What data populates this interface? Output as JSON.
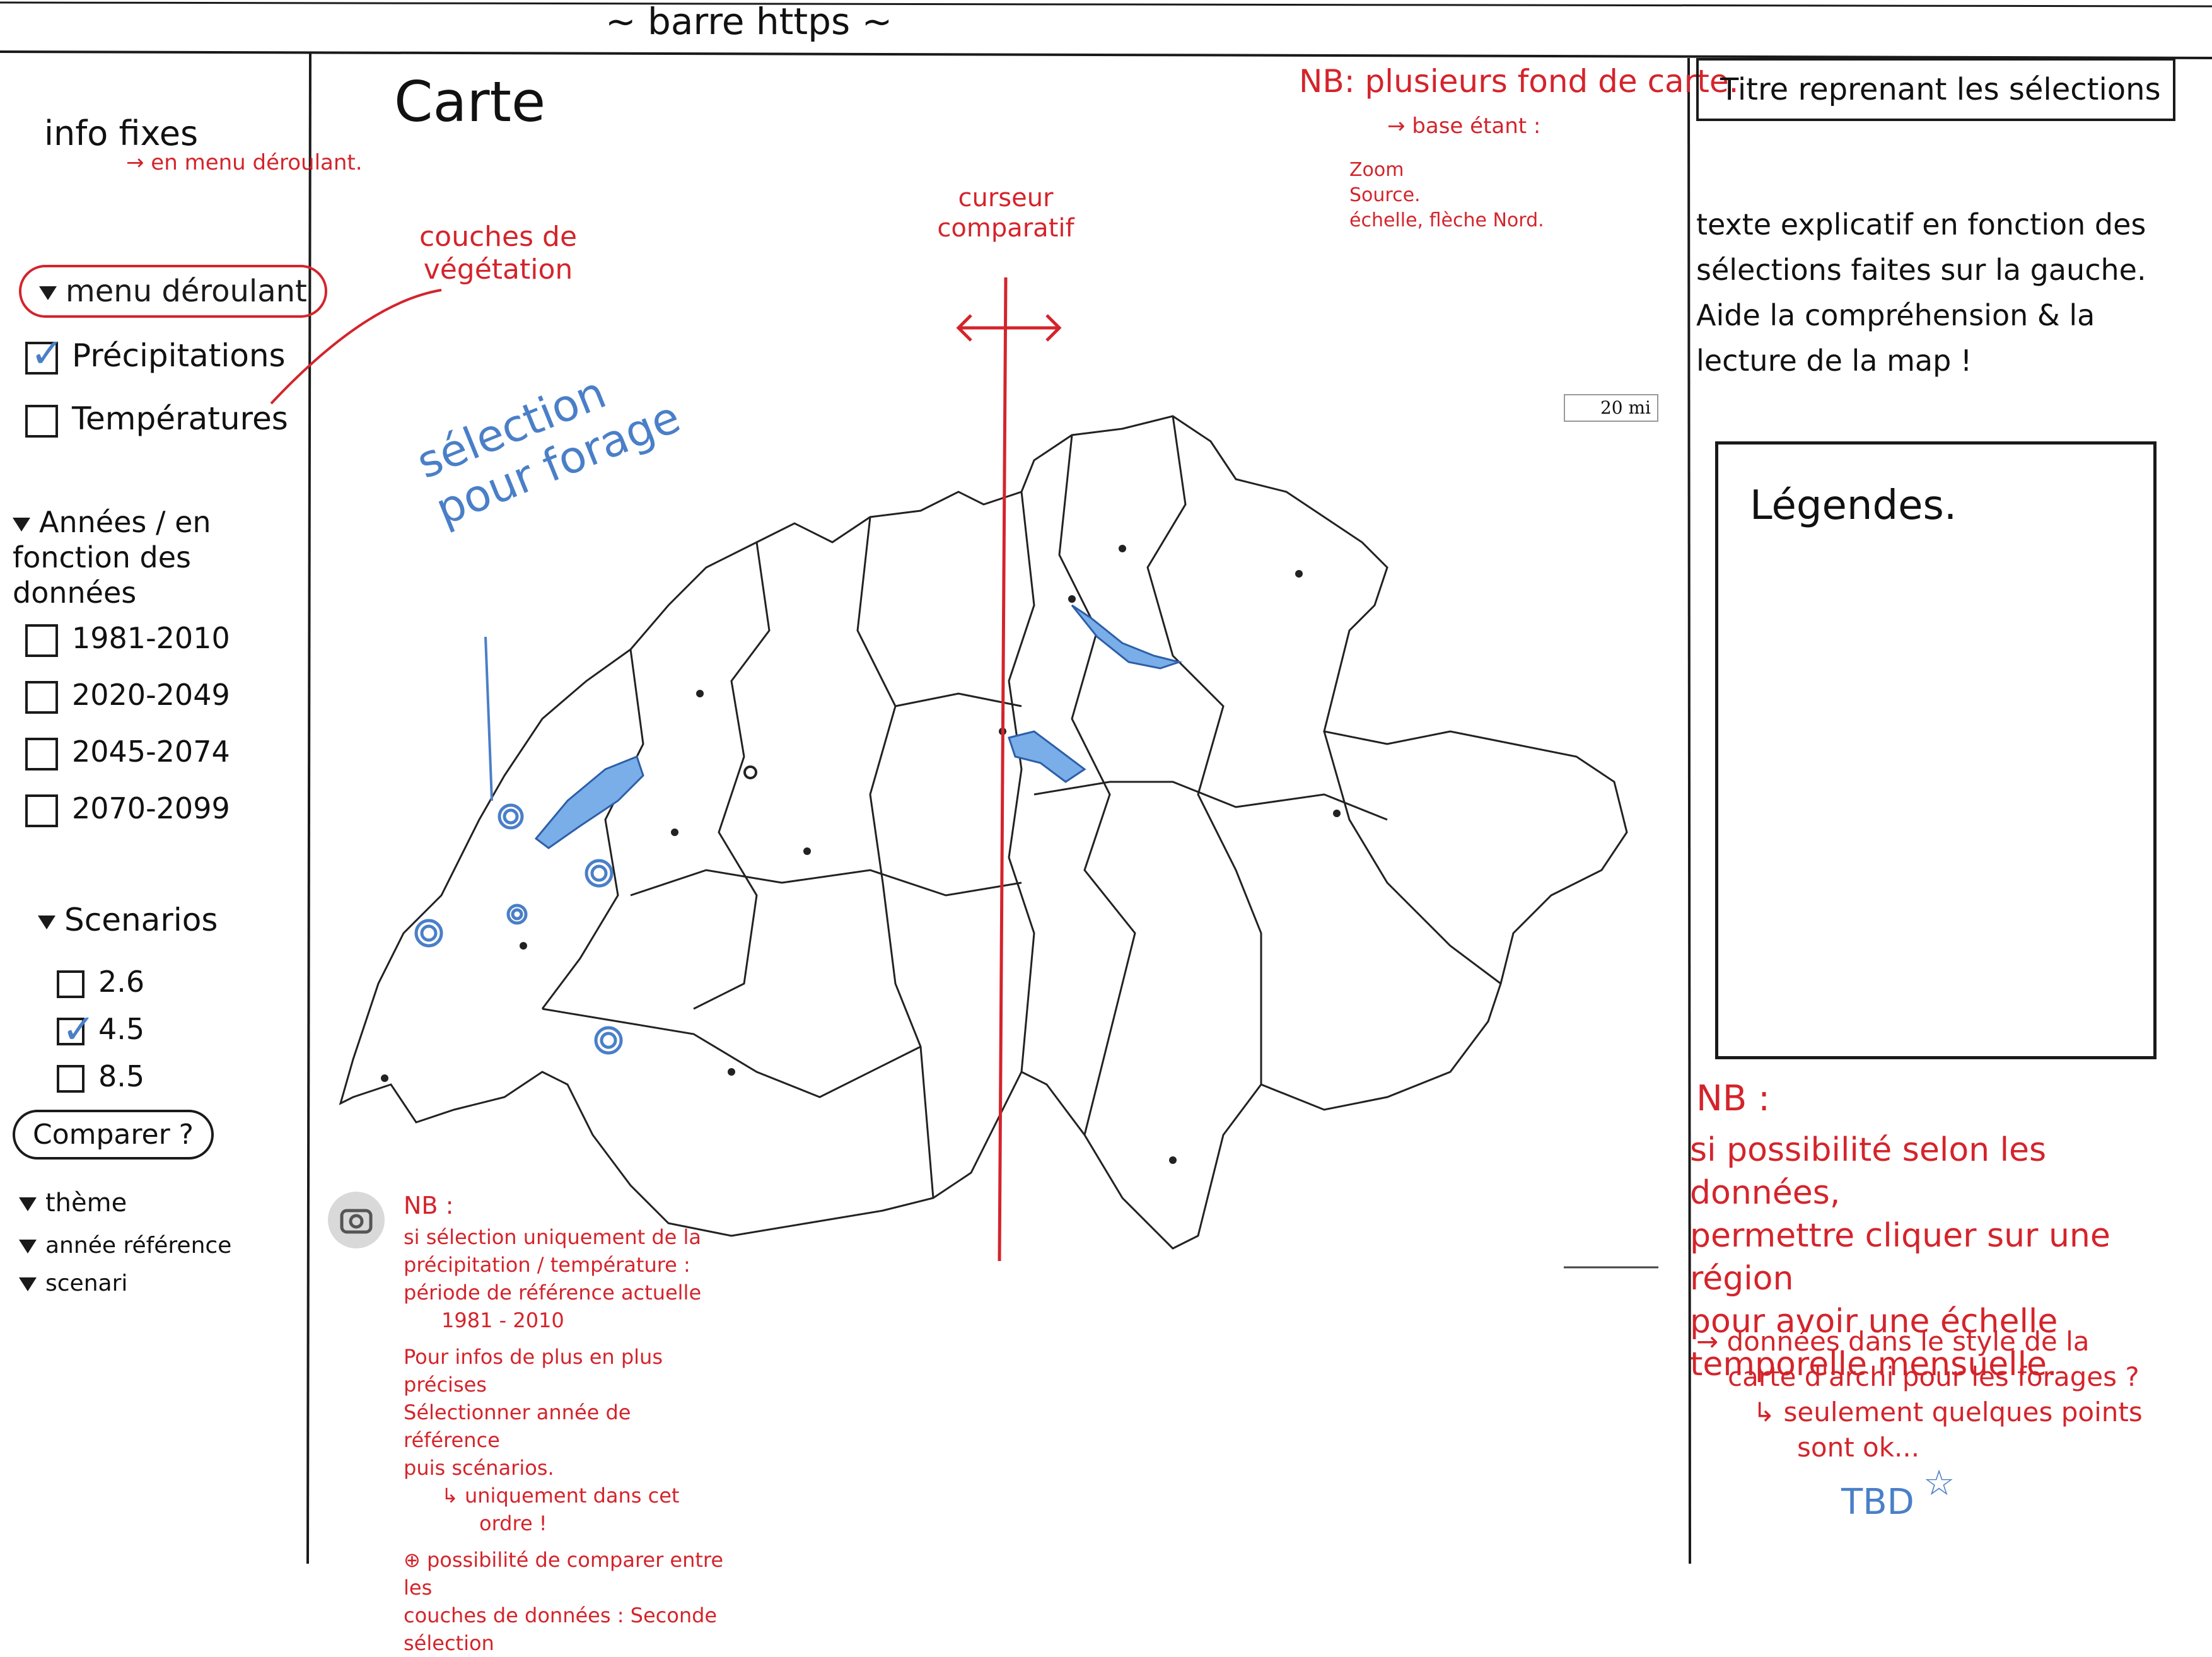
{
  "topbar": {
    "label": "~  barre  https  ~"
  },
  "sidebar": {
    "info_label": "info fixes",
    "info_note": "→ en menu déroulant.",
    "menu_label": "menu déroulant",
    "layers": [
      {
        "label": "Précipitations",
        "checked": true
      },
      {
        "label": "Températures",
        "checked": false
      }
    ],
    "years_label": "Années / en fonction des données",
    "years": [
      {
        "label": "1981-2010",
        "checked": false
      },
      {
        "label": "2020-2049",
        "checked": false
      },
      {
        "label": "2045-2074",
        "checked": false
      },
      {
        "label": "2070-2099",
        "checked": false
      }
    ],
    "scenarios_label": "Scenarios",
    "scenarios": [
      {
        "label": "2.6",
        "checked": false
      },
      {
        "label": "4.5",
        "checked": true
      },
      {
        "label": "8.5",
        "checked": false
      }
    ],
    "compare_label": "Comparer ?",
    "compare_items": [
      "thème",
      "année référence",
      "scenari"
    ]
  },
  "map": {
    "title": "Carte",
    "vegetation_note": "couches de végétation",
    "cursor_note": "curseur comparatif",
    "basemap_note_title": "NB: plusieurs fond de carte.",
    "basemap_note_sub": "→ base étant :",
    "basemap_items": [
      "Zoom",
      "Source.",
      "échelle, flèche Nord."
    ],
    "scale_label": "20 mi",
    "selection_note": "sélection pour forage",
    "bottom_note_title": "NB :",
    "bottom_note_lines": [
      "si sélection uniquement de la",
      "précipitation / température :",
      "période de référence actuelle",
      "1981 - 2010",
      "Pour infos de plus en plus précises",
      "Sélectionner année de référence",
      "puis scénarios.",
      "↳ uniquement dans cet",
      "ordre !",
      "⊕ possibilité de comparer entre les",
      "couches de données : Seconde sélection"
    ]
  },
  "right_panel": {
    "title": "Titre reprenant les sélections",
    "explanation": "texte explicatif en fonction des sélections faites sur la gauche. Aide la compréhension & la lecture de la map !",
    "legend_title": "Légendes.",
    "nb_title": "NB :",
    "nb_lines": [
      "si possibilité selon les données,",
      "permettre cliquer sur une région",
      "pour avoir une échelle",
      "temporelle mensuelle."
    ],
    "bottom_lines": [
      "→ données dans le style de la",
      "carte d'archi pour les forages ?",
      "↳ seulement quelques points",
      "sont ok..."
    ],
    "tbd_label": "TBD"
  }
}
